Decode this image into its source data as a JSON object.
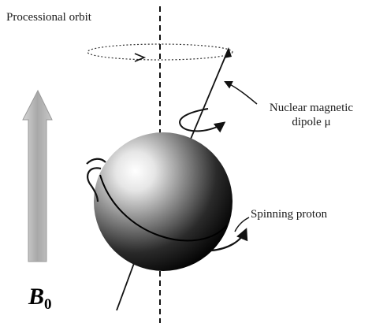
{
  "labels": {
    "precession_orbit": "Processional orbit",
    "dipole_line1": "Nuclear magnetic",
    "dipole_line2": "dipole μ",
    "spinning_proton": "Spinning proton",
    "field_symbol": "B",
    "field_subscript": "0"
  },
  "colors": {
    "ink": "#1a1a1a",
    "field_arrow_fill": "#b0b0b0",
    "sphere_highlight": "#ffffff",
    "sphere_shadow": "#050505"
  }
}
